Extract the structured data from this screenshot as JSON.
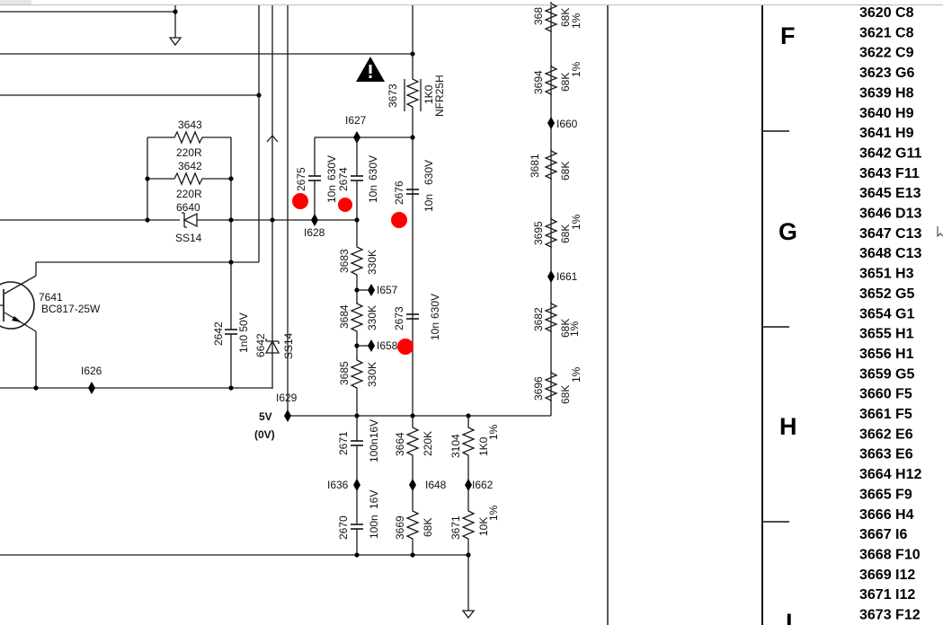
{
  "components": {
    "r3643": {
      "ref": "3643",
      "value": "220R"
    },
    "r3642": {
      "ref": "3642",
      "value": "220R"
    },
    "d6640": {
      "ref": "6640",
      "value": "SS14"
    },
    "q7641": {
      "ref": "7641",
      "value": "BC817-25W"
    },
    "c2642": {
      "ref": "2642",
      "value": "1n0 50V"
    },
    "d6642": {
      "ref": "6642",
      "value": "SS14"
    },
    "r3673": {
      "ref": "3673",
      "value": "1K0",
      "type": "NFR25H"
    },
    "c2675": {
      "ref": "2675",
      "value": "10n",
      "voltage": "630V"
    },
    "c2674": {
      "ref": "2674",
      "value": "10n",
      "voltage": "630V"
    },
    "c2676": {
      "ref": "2676",
      "value": "10n",
      "voltage": "630V"
    },
    "c2673": {
      "ref": "2673",
      "value": "10n",
      "voltage": "630V"
    },
    "r3683": {
      "ref": "3683",
      "value": "330K"
    },
    "r3684": {
      "ref": "3684",
      "value": "330K"
    },
    "r3685": {
      "ref": "3685",
      "value": "330K"
    },
    "c2671": {
      "ref": "2671",
      "value": "100n16V"
    },
    "c2670": {
      "ref": "2670",
      "value": "100n",
      "voltage": "16V"
    },
    "r3664": {
      "ref": "3664",
      "value": "220K"
    },
    "r3669": {
      "ref": "3669",
      "value": "68K"
    },
    "r3104": {
      "ref": "3104",
      "value": "1K0",
      "tol": "1%"
    },
    "r3671": {
      "ref": "3671",
      "value": "10K",
      "tol": "1%"
    },
    "r3688": {
      "ref": "368",
      "value": "68K",
      "tol": "1%"
    },
    "r3694": {
      "ref": "3694",
      "value": "68K",
      "tol": "1%"
    },
    "r3681": {
      "ref": "3681",
      "value": "68K"
    },
    "r3695": {
      "ref": "3695",
      "value": "68K",
      "tol": "1%"
    },
    "r3682": {
      "ref": "3682",
      "value": "68K",
      "tol": "1%"
    },
    "r3696": {
      "ref": "3696",
      "value": "68K",
      "tol": "1%"
    }
  },
  "nets": {
    "i627": "I627",
    "i628": "I628",
    "i657": "I657",
    "i658": "I658",
    "i626": "I626",
    "i629": "I629",
    "i636": "I636",
    "i648": "I648",
    "i662": "I662",
    "i660": "I660",
    "i661": "I661",
    "supply": "5V",
    "supply_alt": "(0V)"
  },
  "warning_icon": "warning-triangle-icon",
  "grid_rows": [
    "F",
    "G",
    "H",
    "I"
  ],
  "reference_list": [
    "3620 C8",
    "3621 C8",
    "3622 C9",
    "3623 G6",
    "3639 H8",
    "3640 H9",
    "3641 H9",
    "3642 G11",
    "3643 F11",
    "3645 E13",
    "3646 D13",
    "3647 C13",
    "3648 C13",
    "3651 H3",
    "3652 G5",
    "3654 G1",
    "3655 H1",
    "3656 H1",
    "3659 G5",
    "3660 F5",
    "3661 F5",
    "3662 E6",
    "3663 E6",
    "3664 H12",
    "3665 F9",
    "3666 H4",
    "3667 I6",
    "3668 F10",
    "3669 I12",
    "3671 I12",
    "3673 F12"
  ],
  "colors": {
    "annotation_marker": "#ff0000",
    "wire": "#1a1a1a"
  }
}
